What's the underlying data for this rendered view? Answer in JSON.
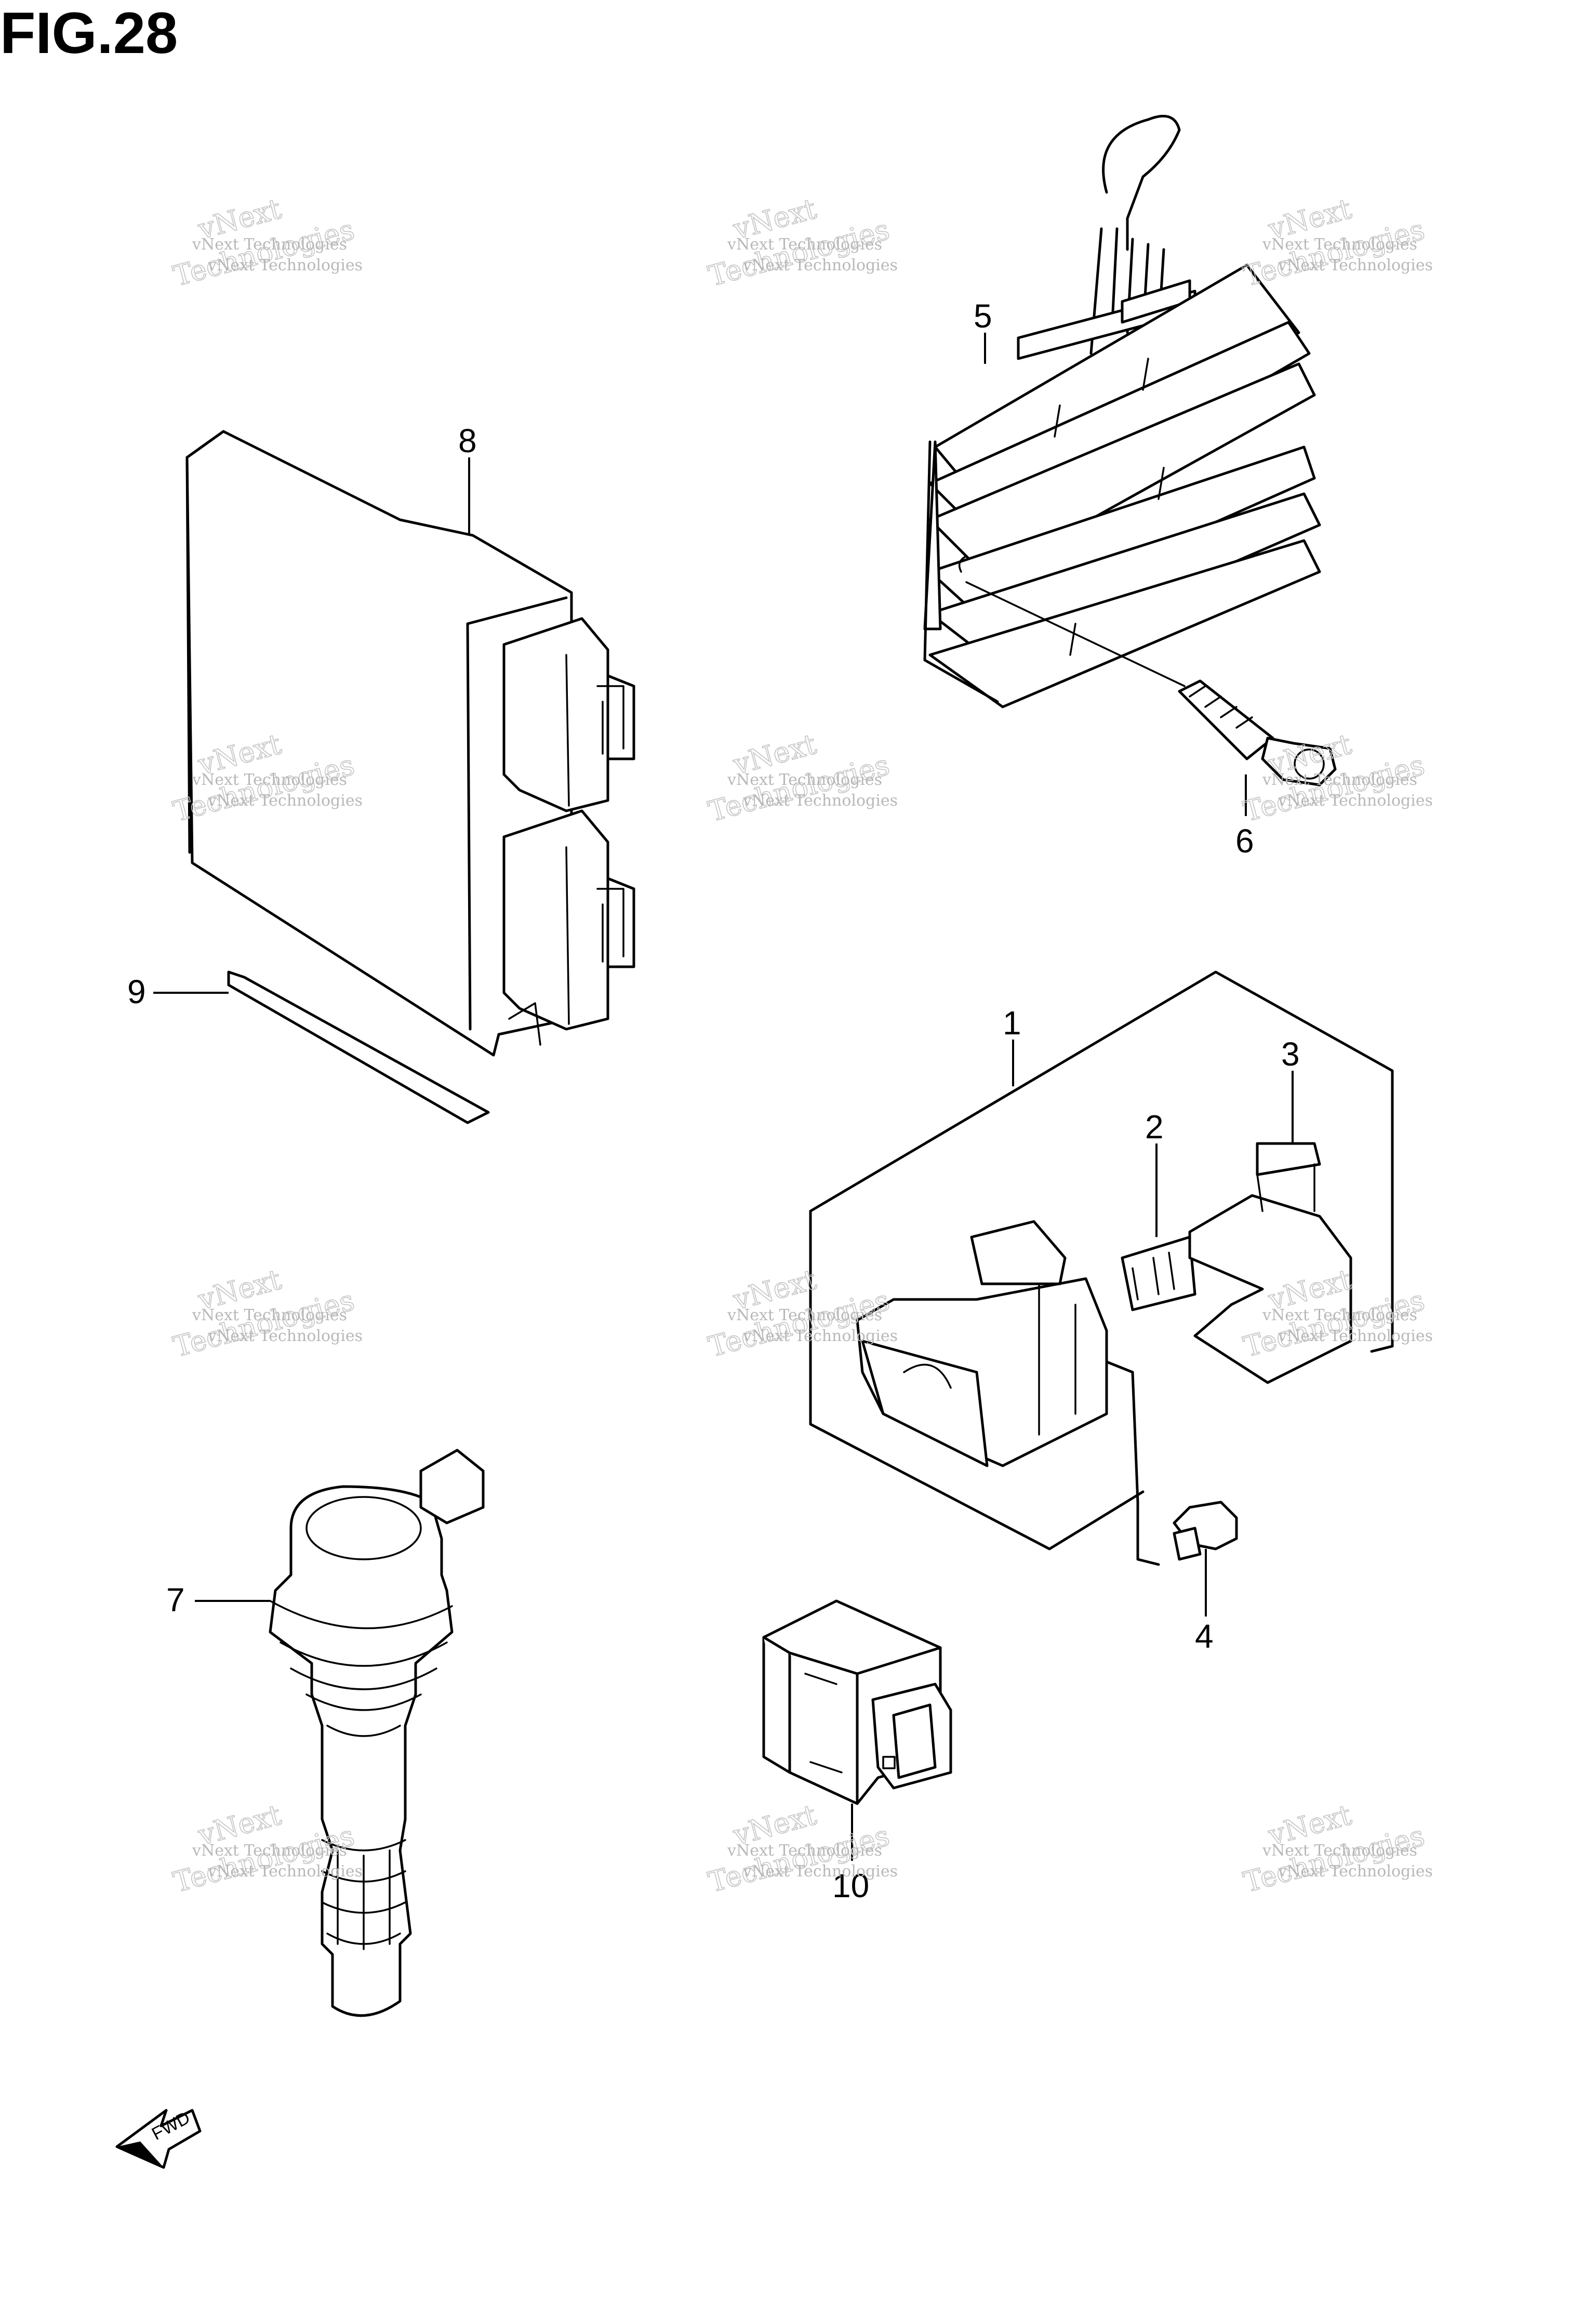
{
  "figure": {
    "title": "FIG.28"
  },
  "callouts": [
    {
      "id": "1",
      "label": "1"
    },
    {
      "id": "2",
      "label": "2"
    },
    {
      "id": "3",
      "label": "3"
    },
    {
      "id": "4",
      "label": "4"
    },
    {
      "id": "5",
      "label": "5"
    },
    {
      "id": "6",
      "label": "6"
    },
    {
      "id": "7",
      "label": "7"
    },
    {
      "id": "8",
      "label": "8"
    },
    {
      "id": "9",
      "label": "9"
    },
    {
      "id": "10",
      "label": "10"
    }
  ],
  "direction_arrow": {
    "label": "FWD"
  },
  "watermark": {
    "line1": "vNext",
    "line2": "vNext Technologies",
    "line3": "Technologies"
  },
  "colors": {
    "line": "#000000",
    "background": "#ffffff",
    "watermark": "#c0c0c0"
  }
}
